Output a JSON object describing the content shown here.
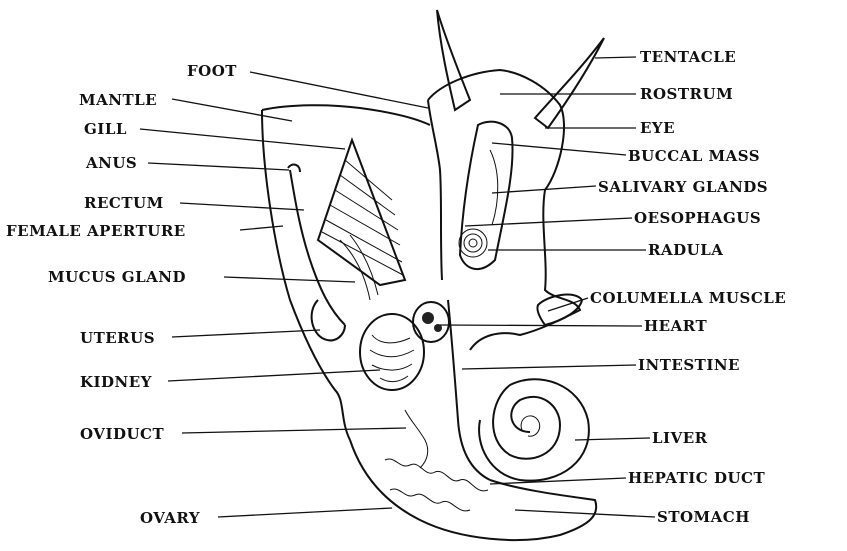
{
  "labels_left": {
    "foot": "FOOT",
    "mantle": "MANTLE",
    "gill": "GILL",
    "anus": "ANUS",
    "rectum": "RECTUM",
    "female_aperture": "FEMALE APERTURE",
    "mucus_gland": "MUCUS GLAND",
    "uterus": "UTERUS",
    "kidney": "KIDNEY",
    "oviduct": "OVIDUCT",
    "ovary": "OVARY"
  },
  "labels_right": {
    "tentacle": "TENTACLE",
    "rostrum": "ROSTRUM",
    "eye": "EYE",
    "buccal_mass": "BUCCAL MASS",
    "salivary_glands": "SALIVARY GLANDS",
    "oesophagus": "OESOPHAGUS",
    "radula": "RADULA",
    "columella_muscle": "COLUMELLA MUSCLE",
    "heart": "HEART",
    "intestine": "INTESTINE",
    "liver": "LIVER",
    "hepatic_duct": "HEPATIC DUCT",
    "stomach": "STOMACH"
  }
}
